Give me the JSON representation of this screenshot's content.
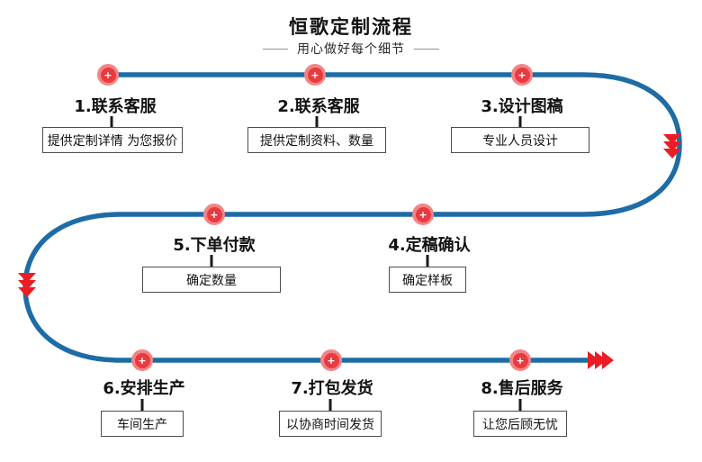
{
  "page": {
    "title": "恒歌定制流程",
    "subtitle": "用心做好每个细节"
  },
  "icons": {
    "plus": "+"
  },
  "colors": {
    "line_blue": "#1e6ca5",
    "marker_red": "#e73b3f",
    "marker_ring": "#f38486",
    "arrow_red": "#ec1c24",
    "box_border": "#4d4d4d"
  },
  "steps": [
    {
      "label": "1.联系客服",
      "box": "提供定制详情 为您报价"
    },
    {
      "label": "2.联系客服",
      "box": "提供定制资料、数量"
    },
    {
      "label": "3.设计图稿",
      "box": "专业人员设计"
    },
    {
      "label": "4.定稿确认",
      "box": "确定样板"
    },
    {
      "label": "5.下单付款",
      "box": "确定数量"
    },
    {
      "label": "6.安排生产",
      "box": "车间生产"
    },
    {
      "label": "7.打包发货",
      "box": "以协商时间发货"
    },
    {
      "label": "8.售后服务",
      "box": "让您后顾无忧"
    }
  ]
}
